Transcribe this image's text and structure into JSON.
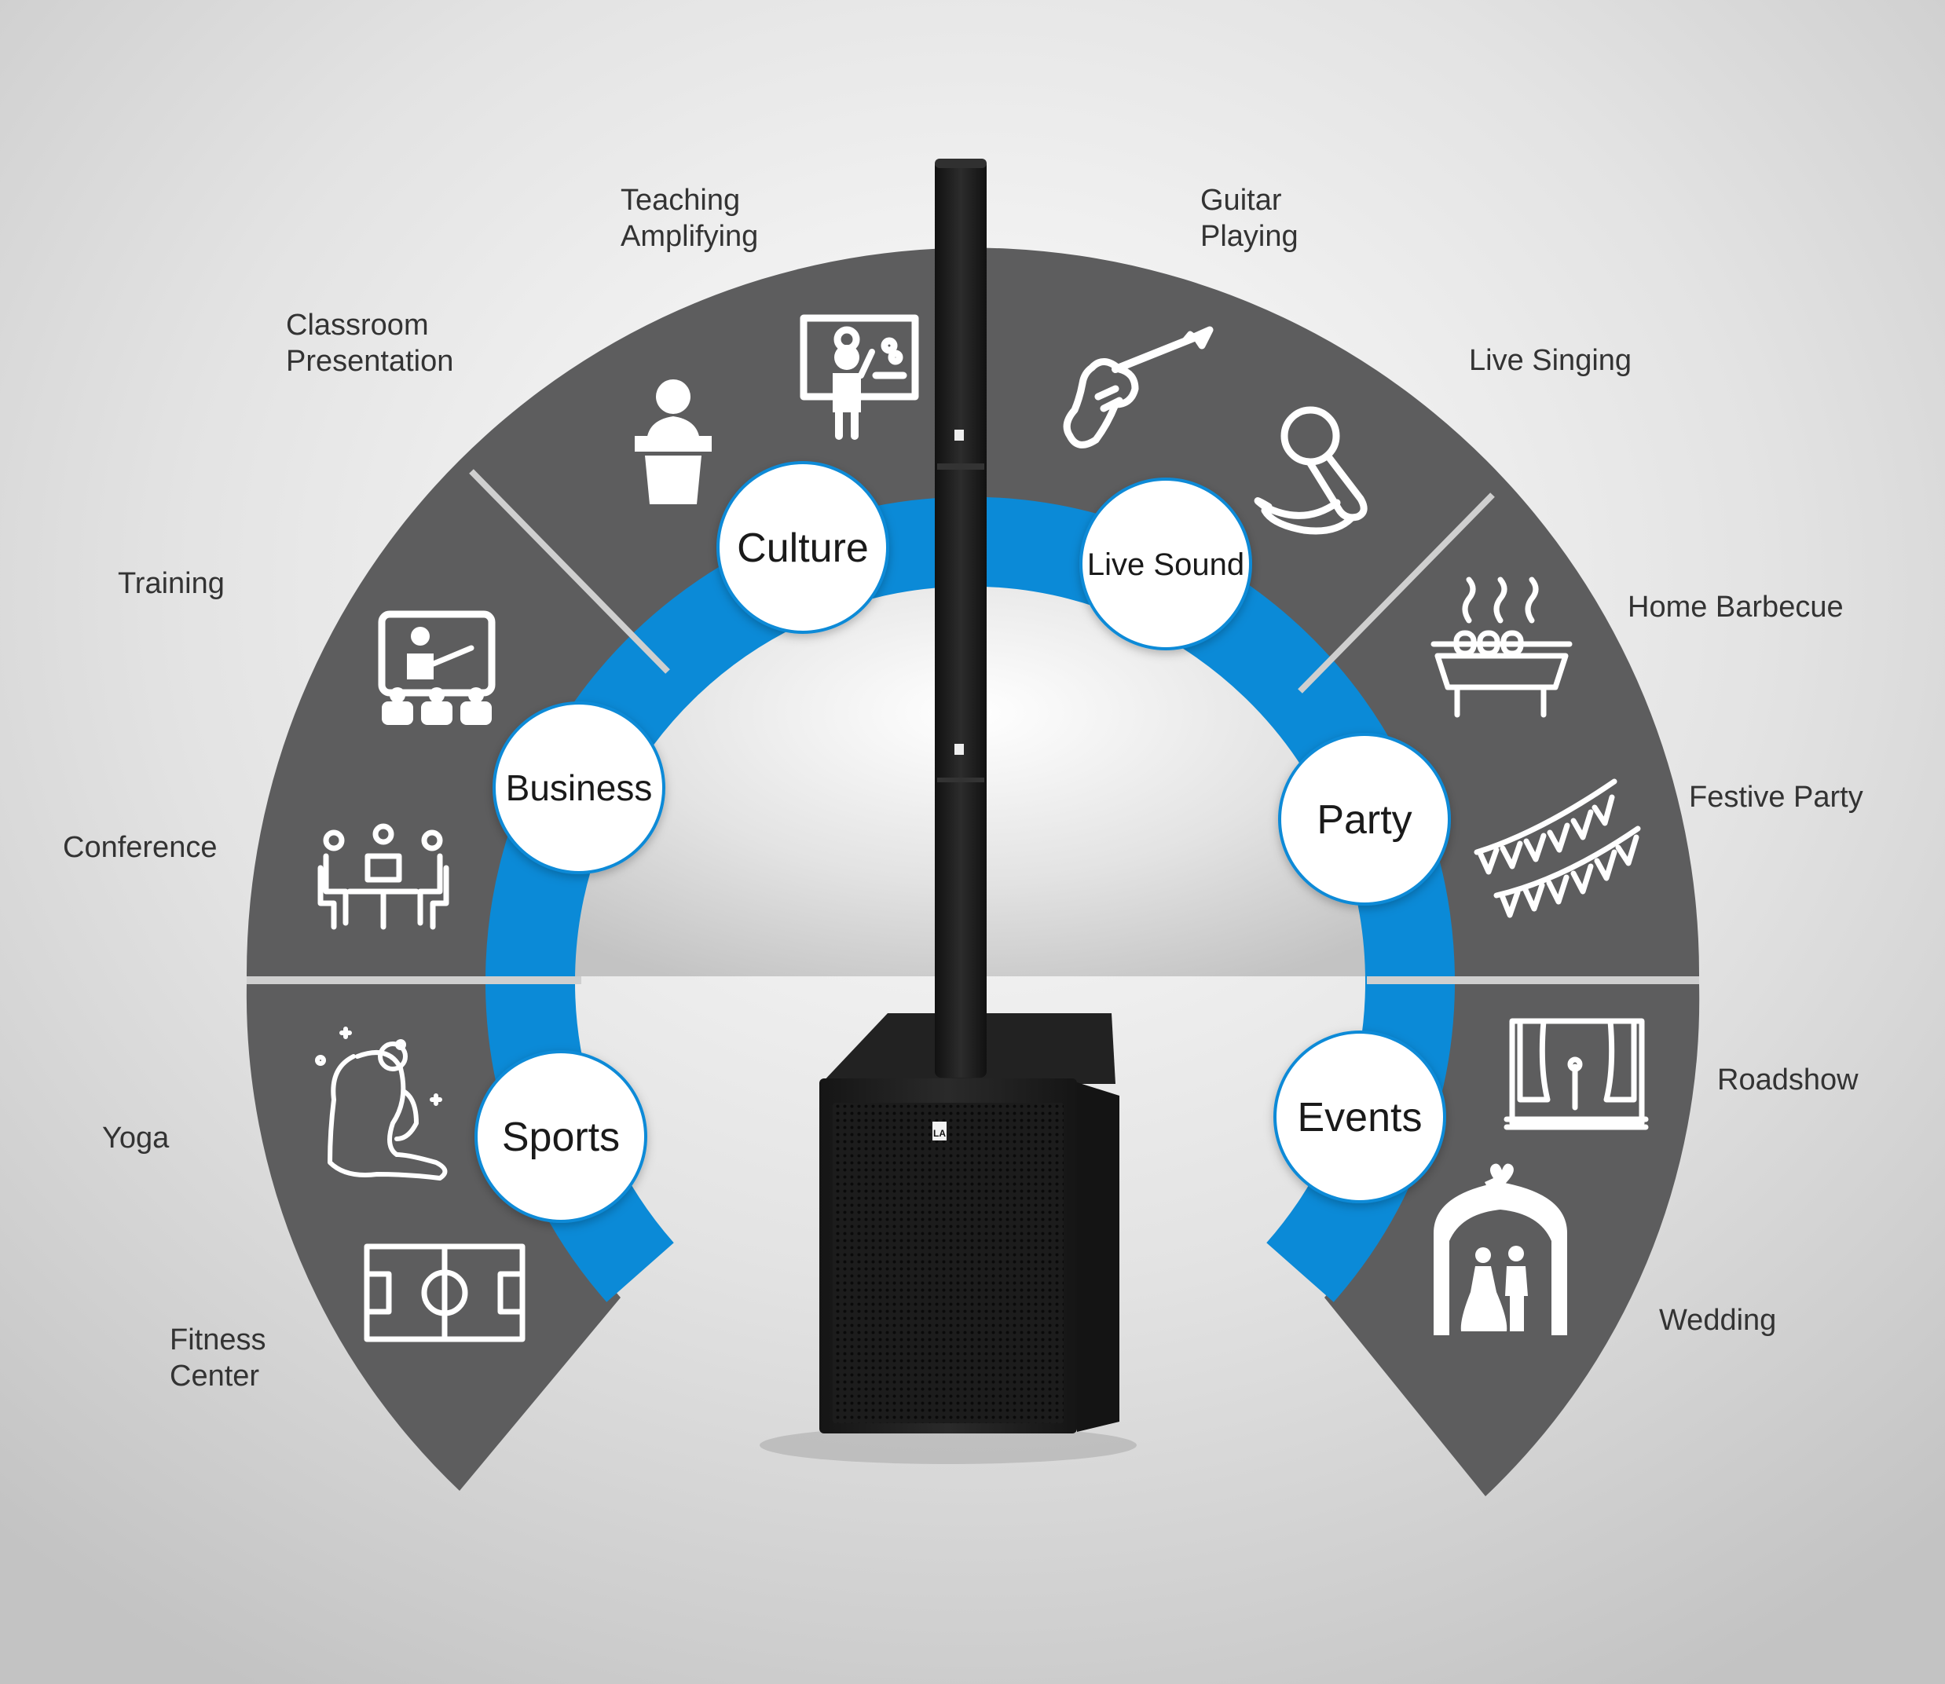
{
  "categories": [
    {
      "id": "culture",
      "label": "Culture"
    },
    {
      "id": "live-sound",
      "label": "Live Sound"
    },
    {
      "id": "business",
      "label": "Business"
    },
    {
      "id": "party",
      "label": "Party"
    },
    {
      "id": "sports",
      "label": "Sports"
    },
    {
      "id": "events",
      "label": "Events"
    }
  ],
  "scenarios": [
    {
      "id": "teaching-amplifying",
      "line1": "Teaching",
      "line2": "Amplifying",
      "icon": "teacher-board-icon"
    },
    {
      "id": "classroom-presentation",
      "line1": "Classroom",
      "line2": "Presentation",
      "icon": "podium-icon"
    },
    {
      "id": "guitar-playing",
      "line1": "Guitar",
      "line2": "Playing",
      "icon": "guitar-icon"
    },
    {
      "id": "live-singing",
      "line1": "Live Singing",
      "line2": "",
      "icon": "microphone-icon"
    },
    {
      "id": "training",
      "line1": "Training",
      "line2": "",
      "icon": "training-screen-icon"
    },
    {
      "id": "conference",
      "line1": "Conference",
      "line2": "",
      "icon": "conference-table-icon"
    },
    {
      "id": "home-barbecue",
      "line1": "Home Barbecue",
      "line2": "",
      "icon": "barbecue-grill-icon"
    },
    {
      "id": "festive-party",
      "line1": "Festive Party",
      "line2": "",
      "icon": "bunting-flags-icon"
    },
    {
      "id": "yoga",
      "line1": "Yoga",
      "line2": "",
      "icon": "yoga-pose-icon"
    },
    {
      "id": "fitness-center",
      "line1": "Fitness",
      "line2": "Center",
      "icon": "sports-field-icon"
    },
    {
      "id": "roadshow",
      "line1": "Roadshow",
      "line2": "",
      "icon": "stage-curtain-icon"
    },
    {
      "id": "wedding",
      "line1": "Wedding",
      "line2": "",
      "icon": "wedding-arch-icon"
    }
  ],
  "product": {
    "logo": "LA",
    "icon": "column-speaker-system-icon"
  },
  "colors": {
    "sector": "#5d5d5e",
    "ring": "#0b8ad7",
    "divider": "#cfcfcf",
    "text": "#333333",
    "circle_fill": "#ffffff",
    "circle_stroke": "#0b8ad7",
    "icon": "#ffffff",
    "speaker": "#1d1d1d"
  }
}
